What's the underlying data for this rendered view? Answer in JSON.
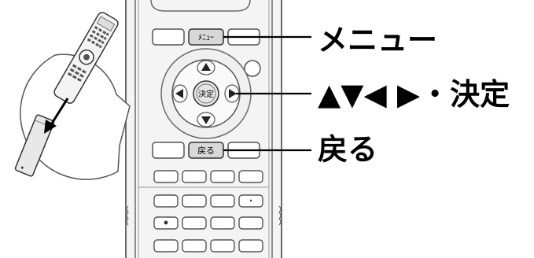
{
  "callouts": {
    "menu": "メニュー",
    "directions": "▲▼◀ ▶・決定",
    "back": "戻る"
  },
  "remote_labels": {
    "menu_button": "ﾒﾆｭｰ",
    "enter_button": "決定",
    "back_button": "戻る"
  },
  "icons": {
    "up": "arrow-up-icon",
    "down": "arrow-down-icon",
    "left": "arrow-left-icon",
    "right": "arrow-right-icon"
  },
  "colors": {
    "outline": "#6b6b6b",
    "highlight_button": "#d8d8d8",
    "callout_line": "#000000"
  }
}
